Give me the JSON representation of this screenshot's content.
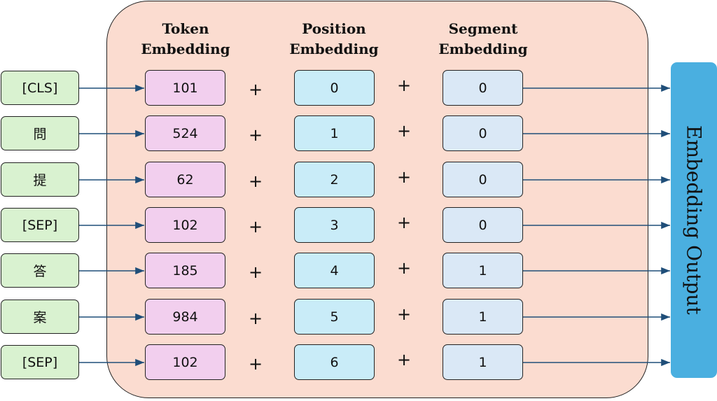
{
  "headers": {
    "token": [
      "Token",
      "Embedding"
    ],
    "position": [
      "Position",
      "Embedding"
    ],
    "segment": [
      "Segment",
      "Embedding"
    ]
  },
  "output_label": "Embedding Output",
  "plus": "+",
  "rows": [
    {
      "token": "[CLS]",
      "token_id": "101",
      "position": "0",
      "segment": "0"
    },
    {
      "token": "問",
      "token_id": "524",
      "position": "1",
      "segment": "0"
    },
    {
      "token": "提",
      "token_id": "62",
      "position": "2",
      "segment": "0"
    },
    {
      "token": "[SEP]",
      "token_id": "102",
      "position": "3",
      "segment": "0"
    },
    {
      "token": "答",
      "token_id": "185",
      "position": "4",
      "segment": "1"
    },
    {
      "token": "案",
      "token_id": "984",
      "position": "5",
      "segment": "1"
    },
    {
      "token": "[SEP]",
      "token_id": "102",
      "position": "6",
      "segment": "1"
    }
  ],
  "colors": {
    "panel": "#fbdcd0",
    "token_box": "#d9f2d0",
    "token_embedding": "#f2cfee",
    "position_embedding": "#c9ecf8",
    "segment_embedding": "#dae8f6",
    "output": "#4aafe0",
    "arrow": "#1f4e79"
  }
}
